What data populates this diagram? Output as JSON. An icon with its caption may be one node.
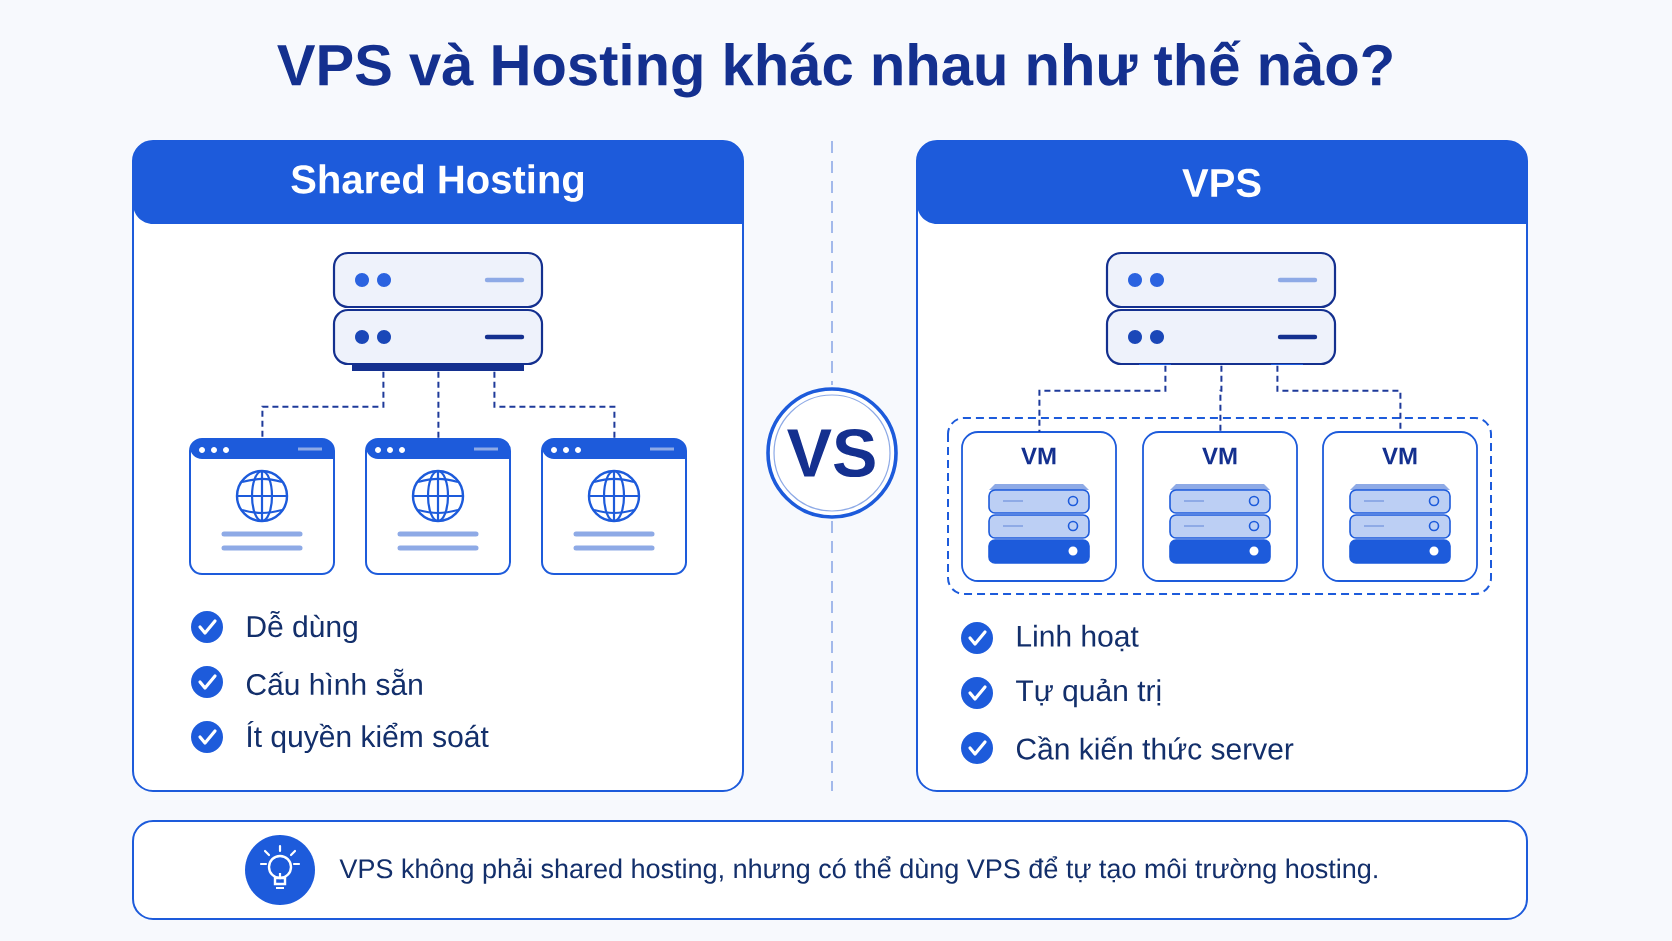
{
  "diagram": {
    "title": "VPS và Hosting khác nhau như thế nào?",
    "nodes": [
      {
        "text": [
          "Shared Hosting",
          "Dễ dùng",
          "Cấu hình sẵn",
          "Ít quyền kiểm soát"
        ]
      },
      {
        "text": [],
        "shape": "picture",
        "in": 0
      },
      {
        "text": [],
        "shape": "picture",
        "in": 0
      },
      {
        "text": [],
        "shape": "picture",
        "in": 0
      },
      {
        "text": [],
        "shape": "picture",
        "in": 0
      },
      {
        "text": [
          "VS"
        ]
      },
      {
        "text": [
          "VPS",
          "Linh hoạt",
          "Tự quản trị",
          "Cần kiến thức server"
        ]
      },
      {
        "text": [],
        "shape": "picture",
        "in": 6
      },
      {
        "text": [],
        "shape": "box",
        "in": 6
      },
      {
        "text": [
          "VM"
        ],
        "in": 8
      },
      {
        "text": [
          "VM"
        ],
        "in": 8
      },
      {
        "text": [
          "VM"
        ],
        "in": 8
      },
      {
        "text": [
          "VPS không phải shared hosting, nhưng có thể dùng VPS để tự tạo môi trường hosting."
        ]
      }
    ],
    "edges": [
      {
        "from": 1,
        "to": 2,
        "arrow": "none",
        "style": "dashed"
      },
      {
        "from": 1,
        "to": 3,
        "arrow": "none",
        "style": "dashed"
      },
      {
        "from": 1,
        "to": 4,
        "arrow": "none",
        "style": "dashed"
      },
      {
        "from": 7,
        "to": 9,
        "arrow": "none",
        "style": "dashed"
      },
      {
        "from": 7,
        "to": 10,
        "arrow": "none",
        "style": "dashed"
      },
      {
        "from": 7,
        "to": 11,
        "arrow": "none",
        "style": "dashed"
      }
    ]
  }
}
